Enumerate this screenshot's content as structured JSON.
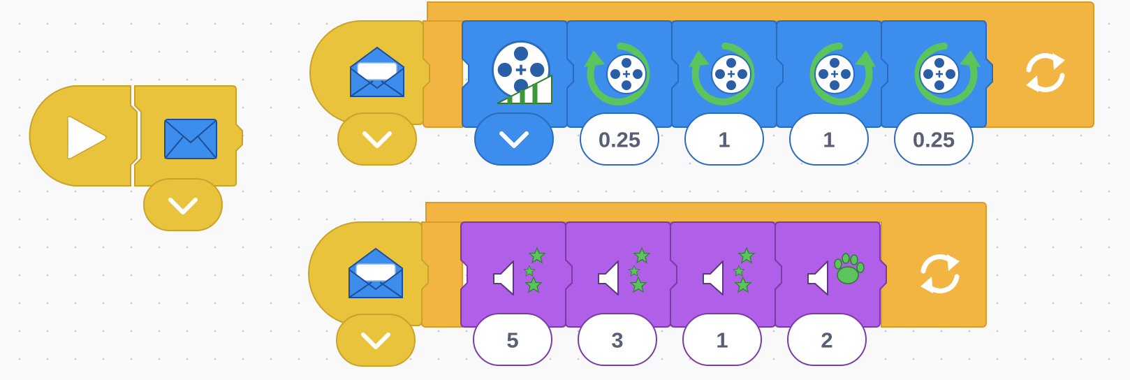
{
  "colors": {
    "trigger_yellow": "#eac33d",
    "trigger_stroke": "#c9a22a",
    "control_orange": "#f2b541",
    "control_stroke": "#d99b26",
    "motion_blue": "#3d8ded",
    "motion_stroke": "#2a6bc0",
    "sound_purple": "#b05fe8",
    "sound_stroke": "#7a3aa8",
    "icon_green": "#5cc45c",
    "bubble_text": "#575e75"
  },
  "script_main": {
    "trigger_icon": "green-flag-play-icon",
    "send_icon": "send-message-envelope-icon",
    "dropdown_icon": "chevron-down-icon"
  },
  "script_motion": {
    "trigger_icon": "receive-message-open-envelope-icon",
    "dropdown_icon": "chevron-down-icon",
    "blocks": [
      {
        "icon": "set-speed-icon",
        "input_type": "dropdown",
        "value": ""
      },
      {
        "icon": "spin-left-icon",
        "input_type": "number",
        "value": "0.25"
      },
      {
        "icon": "spin-left-icon",
        "input_type": "number",
        "value": "1"
      },
      {
        "icon": "spin-right-icon",
        "input_type": "number",
        "value": "1"
      },
      {
        "icon": "spin-right-icon",
        "input_type": "number",
        "value": "0.25"
      }
    ],
    "loop_icon": "repeat-forever-icon"
  },
  "script_sound": {
    "trigger_icon": "receive-message-open-envelope-icon",
    "dropdown_icon": "chevron-down-icon",
    "blocks": [
      {
        "icon": "play-sound-cheer-icon",
        "value": "5"
      },
      {
        "icon": "play-sound-cheer-icon",
        "value": "3"
      },
      {
        "icon": "play-sound-cheer-icon",
        "value": "1"
      },
      {
        "icon": "play-sound-animal-icon",
        "value": "2"
      }
    ],
    "loop_icon": "repeat-forever-icon"
  }
}
